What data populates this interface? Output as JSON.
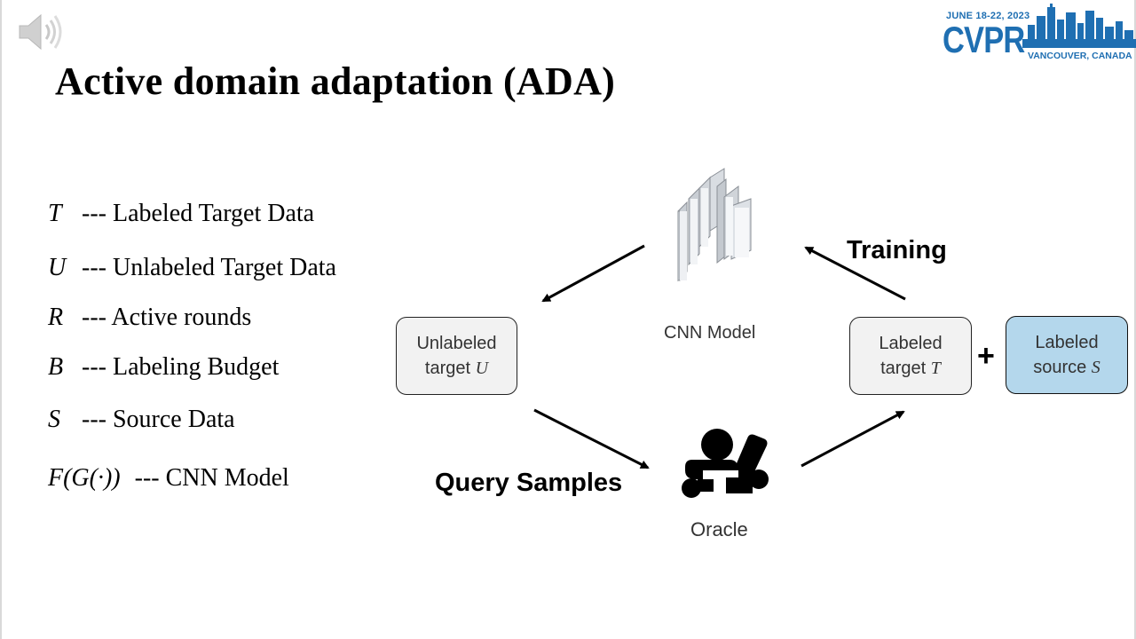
{
  "slide": {
    "title": "Active domain adaptation (ADA)"
  },
  "logo": {
    "date": "JUNE 18-22, 2023",
    "name": "CVPR",
    "location": "VANCOUVER, CANADA"
  },
  "definitions": [
    {
      "symbol": "T",
      "text": "--- Labeled Target Data"
    },
    {
      "symbol": "U",
      "text": "--- Unlabeled Target Data"
    },
    {
      "symbol": "R",
      "text": "--- Active rounds"
    },
    {
      "symbol": "B",
      "text": "--- Labeling Budget"
    },
    {
      "symbol": "S",
      "text": "--- Source Data"
    },
    {
      "symbol": "F(G(·))",
      "text": "---  CNN Model"
    }
  ],
  "diagram": {
    "cnn_label": "CNN Model",
    "oracle_label": "Oracle",
    "training_label": "Training",
    "query_label": "Query Samples",
    "unlabeled_box": {
      "line1": "Unlabeled",
      "line2": "target",
      "var": "U"
    },
    "labeled_target_box": {
      "line1": "Labeled",
      "line2": "target",
      "var": "T"
    },
    "labeled_source_box": {
      "line1": "Labeled",
      "line2": "source",
      "var": "S"
    },
    "plus": "+"
  },
  "icons": {
    "speaker": "speaker-icon",
    "cnn": "cnn-layers-icon",
    "oracle": "person-reading-icon"
  },
  "colors": {
    "logo_blue": "#1f6fb2",
    "source_box_fill": "#b4d7ec",
    "target_box_fill": "#f2f2f2"
  }
}
